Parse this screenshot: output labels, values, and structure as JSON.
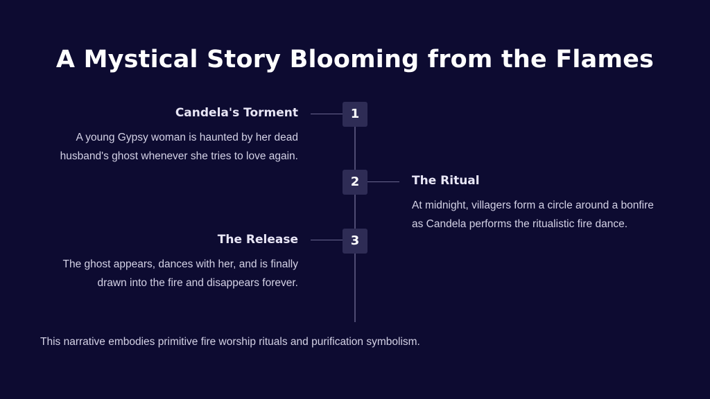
{
  "title": "A Mystical Story Blooming from the Flames",
  "timeline": [
    {
      "number": "1",
      "heading": "Candela's Torment",
      "lines": [
        "A young Gypsy woman is haunted by her dead",
        "husband's ghost whenever she tries to love again."
      ]
    },
    {
      "number": "2",
      "heading": "The Ritual",
      "lines": [
        "At midnight, villagers form a circle around a bonfire",
        "as Candela performs the ritualistic fire dance."
      ]
    },
    {
      "number": "3",
      "heading": "The Release",
      "lines": [
        "The ghost appears, dances with her, and is finally",
        "drawn into the fire and disappears forever."
      ]
    }
  ],
  "footnote": "This narrative embodies primitive fire worship rituals and purification symbolism."
}
